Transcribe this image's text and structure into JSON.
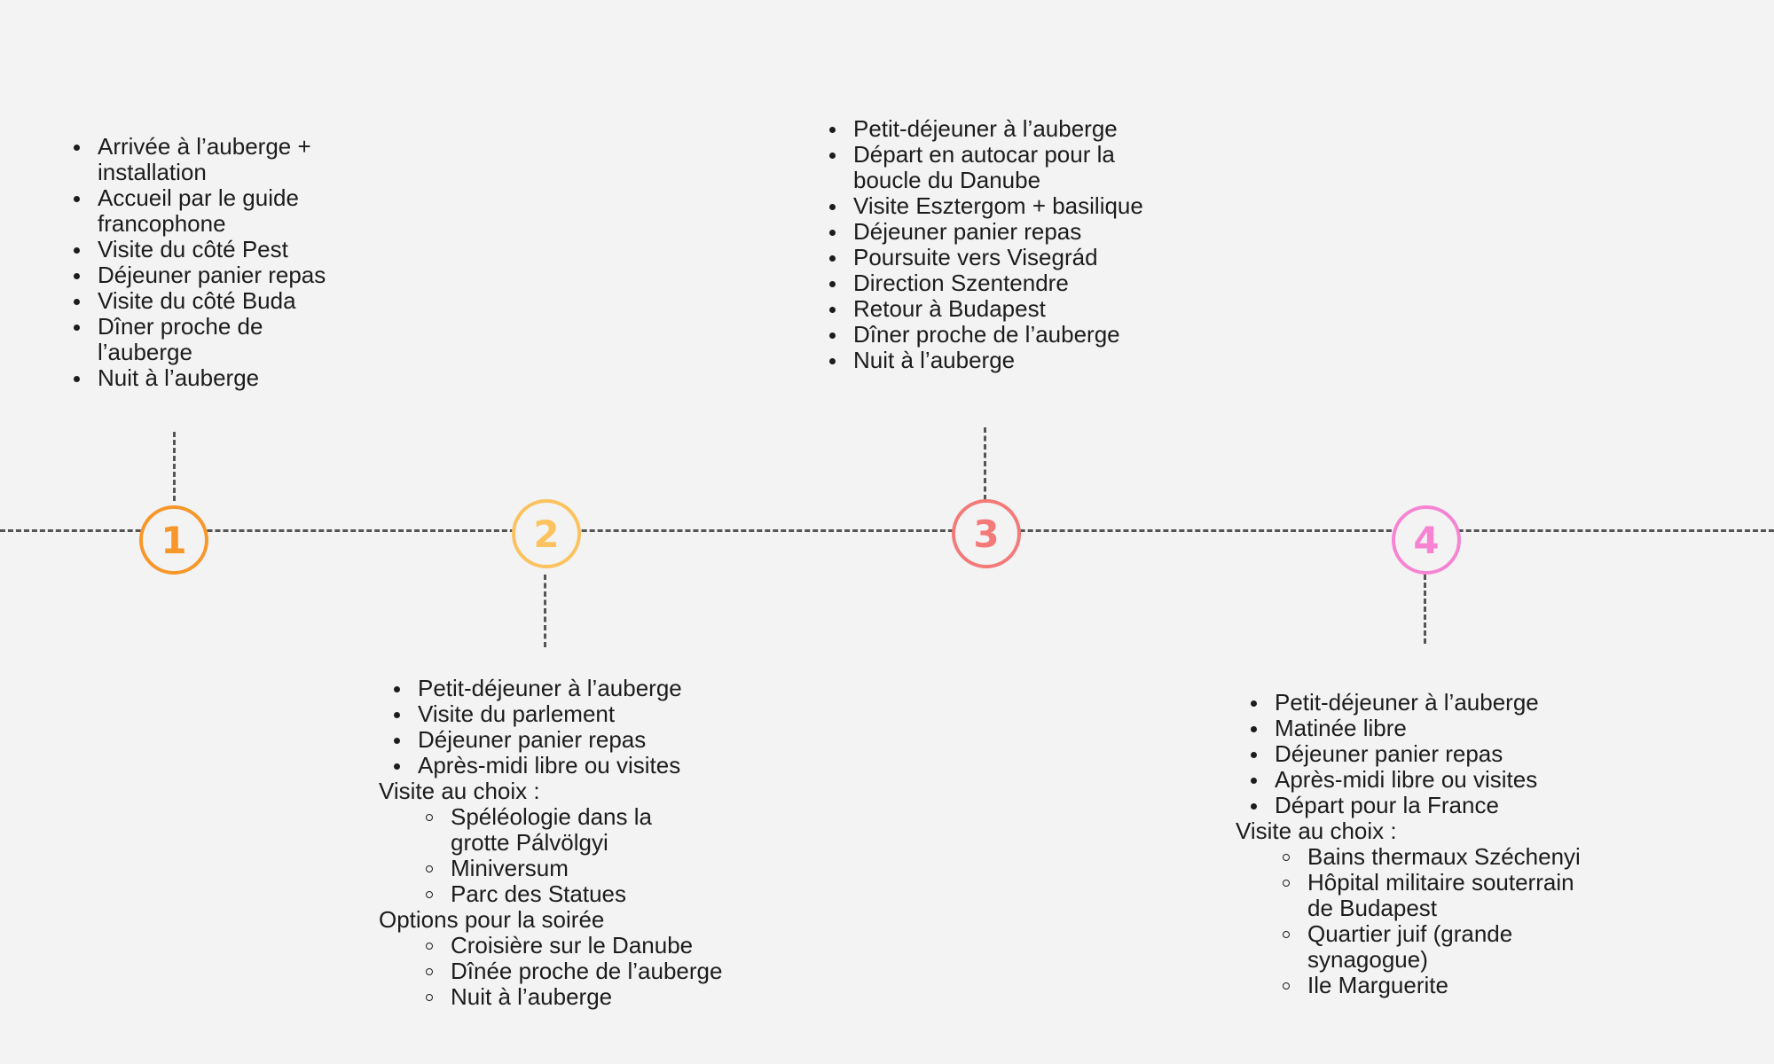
{
  "timeline": {
    "days": [
      {
        "number": "1",
        "color": "#f7972b",
        "items": [
          "Arrivée à l’auberge + installation",
          "Accueil par le guide francophone",
          "Visite du côté Pest",
          "Déjeuner panier repas",
          "Visite du côté Buda",
          "Dîner proche de l’auberge",
          "Nuit à l’auberge"
        ]
      },
      {
        "number": "2",
        "color": "#fcc25f",
        "items": [
          "Petit-déjeuner à l’auberge",
          "Visite du parlement",
          "Déjeuner panier repas",
          "Après-midi libre ou visites"
        ],
        "choice_heading": "Visite au choix :",
        "choices": [
          "Spéléologie dans la grotte Pálvölgyi",
          "Miniversum",
          "Parc des Statues"
        ],
        "evening_heading": "Options pour la soirée",
        "evening": [
          "Croisière sur le Danube",
          "Dînée proche de l’auberge",
          "Nuit à l’auberge"
        ]
      },
      {
        "number": "3",
        "color": "#f47a7a",
        "items": [
          "Petit-déjeuner à l’auberge",
          "Départ en autocar pour la boucle du Danube",
          "Visite Esztergom + basilique",
          "Déjeuner panier repas",
          "Poursuite vers Visegrád",
          "Direction Szentendre",
          "Retour à Budapest",
          "Dîner proche de l’auberge",
          "Nuit à l’auberge"
        ]
      },
      {
        "number": "4",
        "color": "#f784d3",
        "items": [
          "Petit-déjeuner à l’auberge",
          "Matinée libre",
          "Déjeuner panier repas",
          "Après-midi libre ou visites",
          "Départ pour la France"
        ],
        "choice_heading": "Visite au choix :",
        "choices": [
          "Bains thermaux Széchenyi",
          "Hôpital militaire souterrain de Budapest",
          "Quartier juif (grande synagogue)",
          "Ile Marguerite"
        ]
      }
    ]
  }
}
